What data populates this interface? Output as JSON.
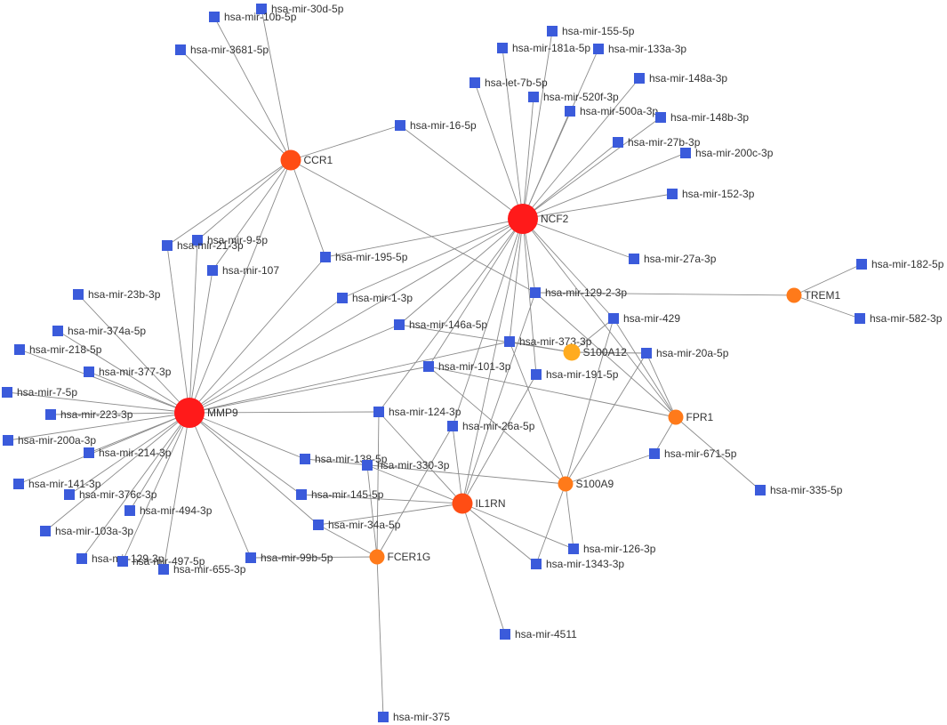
{
  "colors": {
    "mirna": "#3b5bdb",
    "hub_large": "#ff1a1a",
    "hub_medium": "#ff4d14",
    "hub_small": "#ff7a1a",
    "hub_light": "#ffab1f",
    "edge": "#8a8a8a"
  },
  "genes": [
    {
      "id": "MMP9",
      "label": "MMP9",
      "tier": "large"
    },
    {
      "id": "NCF2",
      "label": "NCF2",
      "tier": "large"
    },
    {
      "id": "CCR1",
      "label": "CCR1",
      "tier": "medium"
    },
    {
      "id": "IL1RN",
      "label": "IL1RN",
      "tier": "medium"
    },
    {
      "id": "TREM1",
      "label": "TREM1",
      "tier": "small"
    },
    {
      "id": "FPR1",
      "label": "FPR1",
      "tier": "small"
    },
    {
      "id": "S100A9",
      "label": "S100A9",
      "tier": "small"
    },
    {
      "id": "FCER1G",
      "label": "FCER1G",
      "tier": "small"
    },
    {
      "id": "S100A12",
      "label": "S100A12",
      "tier": "light"
    }
  ],
  "mirnas": [
    {
      "id": "mir-30d-5p",
      "label": "hsa-mir-30d-5p"
    },
    {
      "id": "mir-10b-5p",
      "label": "hsa-mir-10b-5p"
    },
    {
      "id": "mir-3681-5p",
      "label": "hsa-mir-3681-5p"
    },
    {
      "id": "mir-155-5p",
      "label": "hsa-mir-155-5p"
    },
    {
      "id": "mir-181a-5p",
      "label": "hsa-mir-181a-5p"
    },
    {
      "id": "mir-133a-3p",
      "label": "hsa-mir-133a-3p"
    },
    {
      "id": "mir-148a-3p",
      "label": "hsa-mir-148a-3p"
    },
    {
      "id": "let-7b-5p",
      "label": "hsa-let-7b-5p"
    },
    {
      "id": "mir-520f-3p",
      "label": "hsa-mir-520f-3p"
    },
    {
      "id": "mir-500a-3p",
      "label": "hsa-mir-500a-3p"
    },
    {
      "id": "mir-148b-3p",
      "label": "hsa-mir-148b-3p"
    },
    {
      "id": "mir-16-5p",
      "label": "hsa-mir-16-5p"
    },
    {
      "id": "mir-27b-3p",
      "label": "hsa-mir-27b-3p"
    },
    {
      "id": "mir-200c-3p",
      "label": "hsa-mir-200c-3p"
    },
    {
      "id": "mir-152-3p",
      "label": "hsa-mir-152-3p"
    },
    {
      "id": "mir-9-5p",
      "label": "hsa-mir-9-5p"
    },
    {
      "id": "mir-21-3p",
      "label": "hsa-mir-21-3p"
    },
    {
      "id": "mir-195-5p",
      "label": "hsa-mir-195-5p"
    },
    {
      "id": "mir-27a-3p",
      "label": "hsa-mir-27a-3p"
    },
    {
      "id": "mir-182-5p",
      "label": "hsa-mir-182-5p"
    },
    {
      "id": "mir-107",
      "label": "hsa-mir-107"
    },
    {
      "id": "mir-129-2-3p",
      "label": "hsa-mir-129-2-3p"
    },
    {
      "id": "mir-23b-3p",
      "label": "hsa-mir-23b-3p"
    },
    {
      "id": "mir-1-3p",
      "label": "hsa-mir-1-3p"
    },
    {
      "id": "mir-582-3p",
      "label": "hsa-mir-582-3p"
    },
    {
      "id": "mir-429",
      "label": "hsa-mir-429"
    },
    {
      "id": "mir-146a-5p",
      "label": "hsa-mir-146a-5p"
    },
    {
      "id": "mir-374a-5p",
      "label": "hsa-mir-374a-5p"
    },
    {
      "id": "mir-373-3p",
      "label": "hsa-mir-373-3p"
    },
    {
      "id": "mir-218-5p",
      "label": "hsa-mir-218-5p"
    },
    {
      "id": "mir-20a-5p",
      "label": "hsa-mir-20a-5p"
    },
    {
      "id": "mir-101-3p",
      "label": "hsa-mir-101-3p"
    },
    {
      "id": "mir-377-3p",
      "label": "hsa-mir-377-3p"
    },
    {
      "id": "mir-191-5p",
      "label": "hsa-mir-191-5p"
    },
    {
      "id": "mir-7-5p",
      "label": "hsa-mir-7-5p"
    },
    {
      "id": "mir-124-3p",
      "label": "hsa-mir-124-3p"
    },
    {
      "id": "mir-223-3p",
      "label": "hsa-mir-223-3p"
    },
    {
      "id": "mir-26a-5p",
      "label": "hsa-mir-26a-5p"
    },
    {
      "id": "mir-200a-3p",
      "label": "hsa-mir-200a-3p"
    },
    {
      "id": "mir-214-3p",
      "label": "hsa-mir-214-3p"
    },
    {
      "id": "mir-671-5p",
      "label": "hsa-mir-671-5p"
    },
    {
      "id": "mir-138-5p",
      "label": "hsa-mir-138-5p"
    },
    {
      "id": "mir-330-3p",
      "label": "hsa-mir-330-3p"
    },
    {
      "id": "mir-141-3p",
      "label": "hsa-mir-141-3p"
    },
    {
      "id": "mir-376c-3p",
      "label": "hsa-mir-376c-3p"
    },
    {
      "id": "mir-145-5p",
      "label": "hsa-mir-145-5p"
    },
    {
      "id": "mir-335-5p",
      "label": "hsa-mir-335-5p"
    },
    {
      "id": "mir-494-3p",
      "label": "hsa-mir-494-3p"
    },
    {
      "id": "mir-103a-3p",
      "label": "hsa-mir-103a-3p"
    },
    {
      "id": "mir-34a-5p",
      "label": "hsa-mir-34a-5p"
    },
    {
      "id": "mir-126-3p",
      "label": "hsa-mir-126-3p"
    },
    {
      "id": "mir-129-3p",
      "label": "hsa-mir-129-3p"
    },
    {
      "id": "mir-497-5p",
      "label": "hsa-mir-497-5p"
    },
    {
      "id": "mir-99b-5p",
      "label": "hsa-mir-99b-5p"
    },
    {
      "id": "mir-1343-3p",
      "label": "hsa-mir-1343-3p"
    },
    {
      "id": "mir-655-3p",
      "label": "hsa-mir-655-3p"
    },
    {
      "id": "mir-4511",
      "label": "hsa-mir-4511"
    },
    {
      "id": "mir-375",
      "label": "hsa-mir-375"
    }
  ],
  "edges": [
    [
      "CCR1",
      "mir-30d-5p"
    ],
    [
      "CCR1",
      "mir-10b-5p"
    ],
    [
      "CCR1",
      "mir-3681-5p"
    ],
    [
      "CCR1",
      "mir-16-5p"
    ],
    [
      "CCR1",
      "mir-21-3p"
    ],
    [
      "CCR1",
      "mir-9-5p"
    ],
    [
      "CCR1",
      "mir-107"
    ],
    [
      "CCR1",
      "mir-195-5p"
    ],
    [
      "CCR1",
      "mir-129-2-3p"
    ],
    [
      "CCR1",
      "MMP9"
    ],
    [
      "NCF2",
      "mir-16-5p"
    ],
    [
      "NCF2",
      "let-7b-5p"
    ],
    [
      "NCF2",
      "mir-181a-5p"
    ],
    [
      "NCF2",
      "mir-155-5p"
    ],
    [
      "NCF2",
      "mir-133a-3p"
    ],
    [
      "NCF2",
      "mir-520f-3p"
    ],
    [
      "NCF2",
      "mir-500a-3p"
    ],
    [
      "NCF2",
      "mir-148a-3p"
    ],
    [
      "NCF2",
      "mir-148b-3p"
    ],
    [
      "NCF2",
      "mir-27b-3p"
    ],
    [
      "NCF2",
      "mir-200c-3p"
    ],
    [
      "NCF2",
      "mir-152-3p"
    ],
    [
      "NCF2",
      "mir-27a-3p"
    ],
    [
      "NCF2",
      "mir-195-5p"
    ],
    [
      "NCF2",
      "mir-1-3p"
    ],
    [
      "NCF2",
      "mir-146a-5p"
    ],
    [
      "NCF2",
      "mir-129-2-3p"
    ],
    [
      "NCF2",
      "mir-429"
    ],
    [
      "NCF2",
      "mir-373-3p"
    ],
    [
      "NCF2",
      "mir-101-3p"
    ],
    [
      "NCF2",
      "mir-191-5p"
    ],
    [
      "NCF2",
      "mir-124-3p"
    ],
    [
      "NCF2",
      "mir-26a-5p"
    ],
    [
      "NCF2",
      "IL1RN"
    ],
    [
      "NCF2",
      "FPR1"
    ],
    [
      "MMP9",
      "mir-195-5p"
    ],
    [
      "MMP9",
      "mir-21-3p"
    ],
    [
      "MMP9",
      "mir-9-5p"
    ],
    [
      "MMP9",
      "mir-107"
    ],
    [
      "MMP9",
      "mir-23b-3p"
    ],
    [
      "MMP9",
      "mir-374a-5p"
    ],
    [
      "MMP9",
      "mir-218-5p"
    ],
    [
      "MMP9",
      "mir-377-3p"
    ],
    [
      "MMP9",
      "mir-7-5p"
    ],
    [
      "MMP9",
      "mir-223-3p"
    ],
    [
      "MMP9",
      "mir-200a-3p"
    ],
    [
      "MMP9",
      "mir-214-3p"
    ],
    [
      "MMP9",
      "mir-141-3p"
    ],
    [
      "MMP9",
      "mir-376c-3p"
    ],
    [
      "MMP9",
      "mir-494-3p"
    ],
    [
      "MMP9",
      "mir-103a-3p"
    ],
    [
      "MMP9",
      "mir-129-3p"
    ],
    [
      "MMP9",
      "mir-497-5p"
    ],
    [
      "MMP9",
      "mir-655-3p"
    ],
    [
      "MMP9",
      "mir-99b-5p"
    ],
    [
      "MMP9",
      "mir-34a-5p"
    ],
    [
      "MMP9",
      "mir-145-5p"
    ],
    [
      "MMP9",
      "mir-138-5p"
    ],
    [
      "MMP9",
      "mir-124-3p"
    ],
    [
      "MMP9",
      "mir-101-3p"
    ],
    [
      "MMP9",
      "mir-146a-5p"
    ],
    [
      "MMP9",
      "mir-1-3p"
    ],
    [
      "MMP9",
      "mir-373-3p"
    ],
    [
      "MMP9",
      "NCF2"
    ],
    [
      "TREM1",
      "mir-182-5p"
    ],
    [
      "TREM1",
      "mir-582-3p"
    ],
    [
      "TREM1",
      "mir-129-2-3p"
    ],
    [
      "S100A12",
      "mir-373-3p"
    ],
    [
      "S100A12",
      "mir-20a-5p"
    ],
    [
      "S100A12",
      "mir-146a-5p"
    ],
    [
      "S100A12",
      "mir-429"
    ],
    [
      "FPR1",
      "mir-101-3p"
    ],
    [
      "FPR1",
      "mir-129-2-3p"
    ],
    [
      "FPR1",
      "mir-429"
    ],
    [
      "FPR1",
      "mir-671-5p"
    ],
    [
      "FPR1",
      "mir-20a-5p"
    ],
    [
      "FPR1",
      "mir-335-5p"
    ],
    [
      "S100A9",
      "mir-373-3p"
    ],
    [
      "S100A9",
      "mir-20a-5p"
    ],
    [
      "S100A9",
      "mir-671-5p"
    ],
    [
      "S100A9",
      "mir-126-3p"
    ],
    [
      "S100A9",
      "mir-1343-3p"
    ],
    [
      "S100A9",
      "mir-138-5p"
    ],
    [
      "S100A9",
      "mir-101-3p"
    ],
    [
      "S100A9",
      "mir-429"
    ],
    [
      "IL1RN",
      "mir-124-3p"
    ],
    [
      "IL1RN",
      "mir-145-5p"
    ],
    [
      "IL1RN",
      "mir-34a-5p"
    ],
    [
      "IL1RN",
      "mir-330-3p"
    ],
    [
      "IL1RN",
      "mir-191-5p"
    ],
    [
      "IL1RN",
      "mir-26a-5p"
    ],
    [
      "IL1RN",
      "mir-126-3p"
    ],
    [
      "IL1RN",
      "mir-1343-3p"
    ],
    [
      "IL1RN",
      "mir-4511"
    ],
    [
      "IL1RN",
      "mir-129-2-3p"
    ],
    [
      "FCER1G",
      "mir-34a-5p"
    ],
    [
      "FCER1G",
      "mir-124-3p"
    ],
    [
      "FCER1G",
      "mir-99b-5p"
    ],
    [
      "FCER1G",
      "mir-330-3p"
    ],
    [
      "FCER1G",
      "mir-375"
    ],
    [
      "FCER1G",
      "mir-26a-5p"
    ]
  ]
}
